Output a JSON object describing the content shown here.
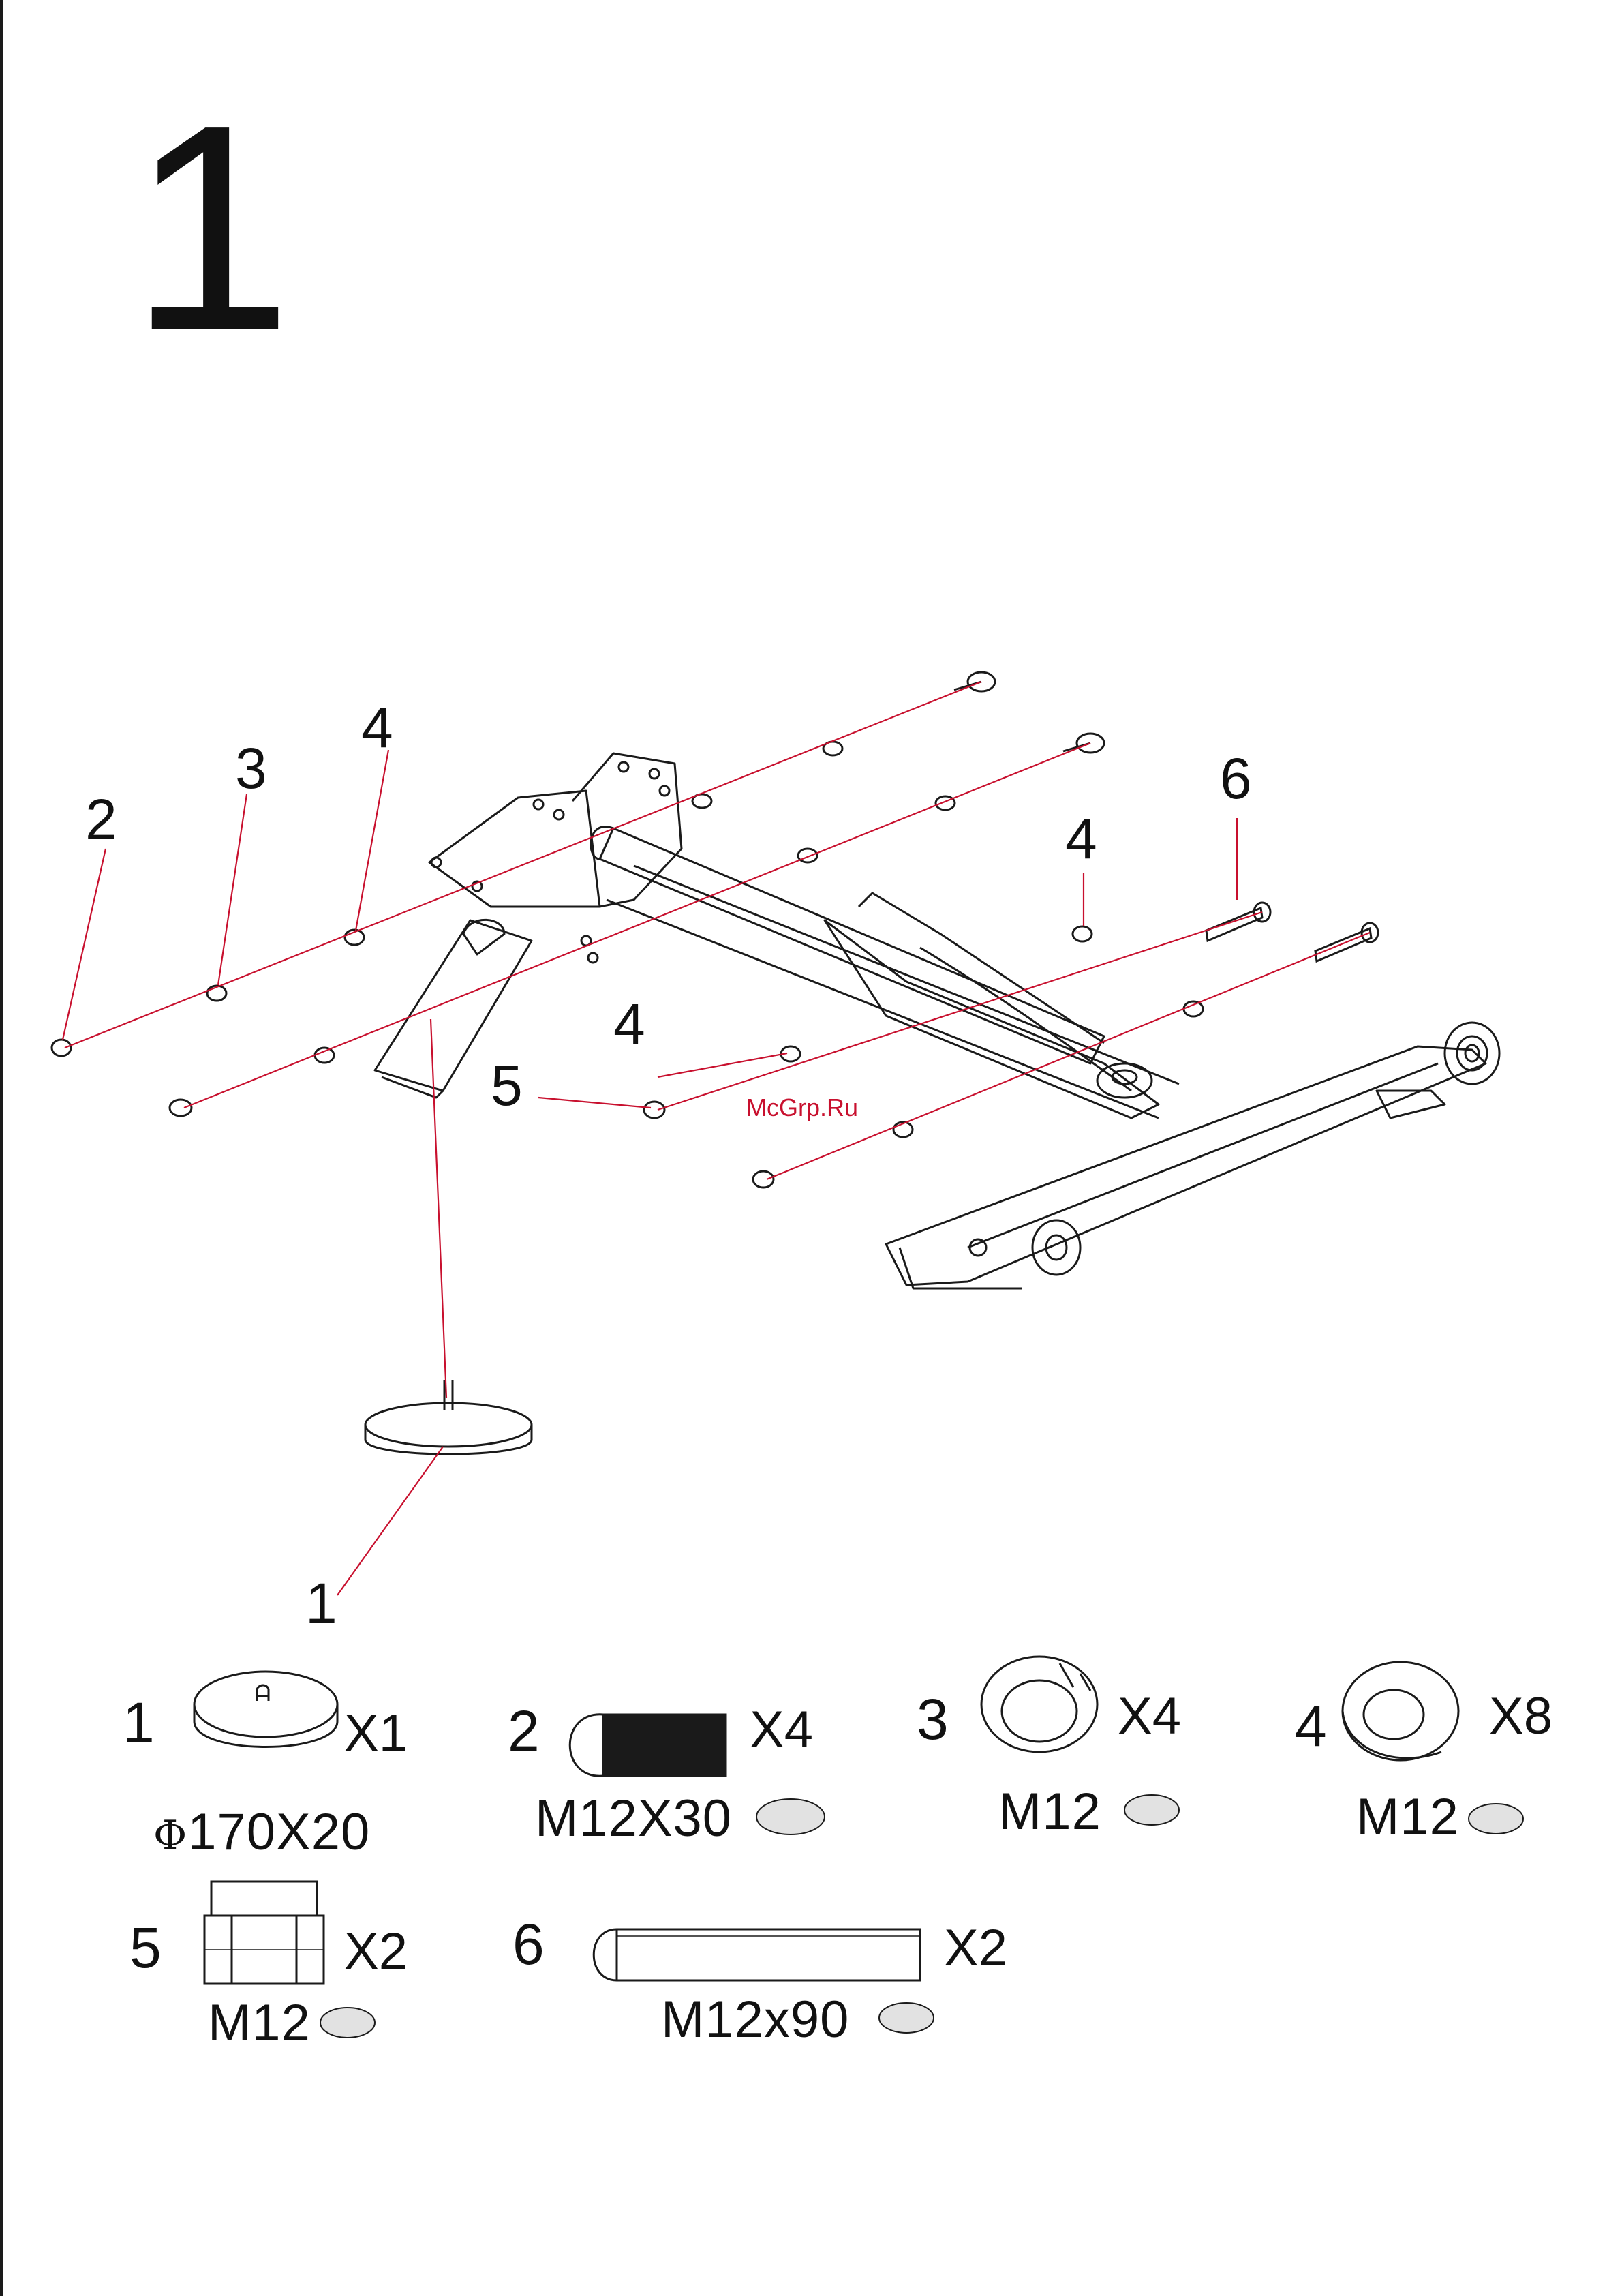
{
  "step_number": "1",
  "watermark": "McGrp.Ru",
  "callouts": [
    "2",
    "3",
    "4",
    "4",
    "4",
    "5",
    "6",
    "1"
  ],
  "parts": [
    {
      "number": "1",
      "qty": "X1",
      "spec": "170X20",
      "spec_prefix": "Φ",
      "icon": "base-pad-icon"
    },
    {
      "number": "2",
      "qty": "X4",
      "spec": "M12X30",
      "icon": "bolt-icon"
    },
    {
      "number": "3",
      "qty": "X4",
      "spec": "M12",
      "icon": "spring-washer-icon"
    },
    {
      "number": "4",
      "qty": "X8",
      "spec": "M12",
      "icon": "flat-washer-icon"
    },
    {
      "number": "5",
      "qty": "X2",
      "spec": "M12",
      "icon": "nut-icon"
    },
    {
      "number": "6",
      "qty": "X2",
      "spec": "M12x90",
      "icon": "long-bolt-icon"
    }
  ],
  "colors": {
    "leader": "#c8102e",
    "line": "#1a1a1a",
    "spec_dot": "#e2e2e2"
  }
}
